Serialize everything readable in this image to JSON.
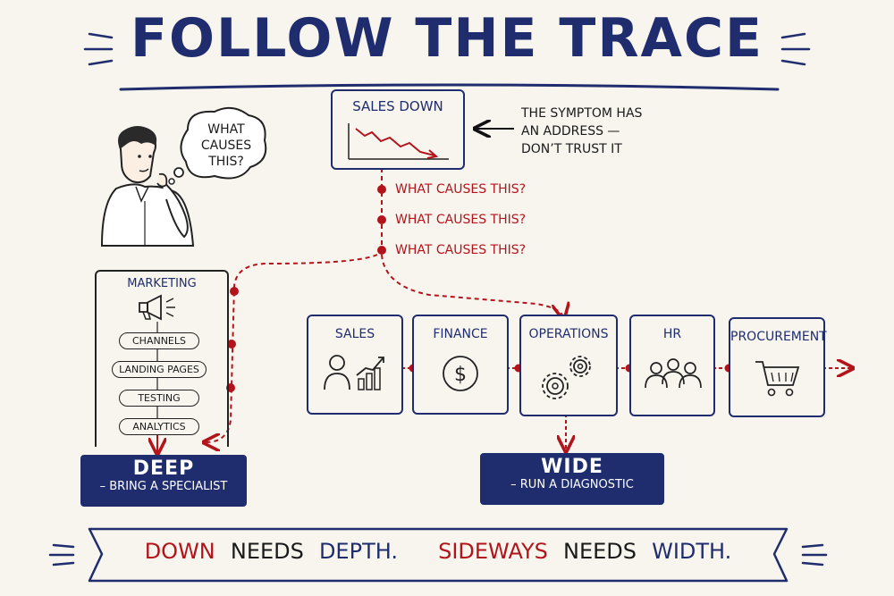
{
  "title": "FOLLOW THE TRACE",
  "symptom": {
    "box_label": "SALES DOWN",
    "note_lines": [
      "THE SYMPTOM HAS",
      "AN ADDRESS —",
      "DON’T TRUST IT"
    ]
  },
  "thought_bubble": [
    "WHAT",
    "CAUSES",
    "THIS?"
  ],
  "questions": [
    "WHAT CAUSES THIS?",
    "WHAT CAUSES THIS?",
    "WHAT CAUSES THIS?"
  ],
  "marketing": {
    "label": "MARKETING",
    "items": [
      "CHANNELS",
      "LANDING PAGES",
      "TESTING",
      "ANALYTICS"
    ]
  },
  "departments": [
    "SALES",
    "FINANCE",
    "OPERATIONS",
    "HR",
    "PROCUREMENT"
  ],
  "deep": {
    "title": "DEEP",
    "subtitle": "– BRING A SPECIALIST"
  },
  "wide": {
    "title": "WIDE",
    "subtitle": "– RUN A DIAGNOSTIC"
  },
  "footer": {
    "down": "DOWN",
    "needs1": "NEEDS",
    "depth": "DEPTH.",
    "sideways": "SIDEWAYS",
    "needs2": "NEEDS",
    "width": "WIDTH."
  },
  "colors": {
    "navy": "#1f2d6e",
    "red": "#b3141b",
    "paper": "#f8f5ef"
  },
  "icons": [
    "megaphone-icon",
    "person-chart-icon",
    "dollar-icon",
    "gears-icon",
    "team-icon",
    "cart-icon",
    "trend-down-icon"
  ]
}
